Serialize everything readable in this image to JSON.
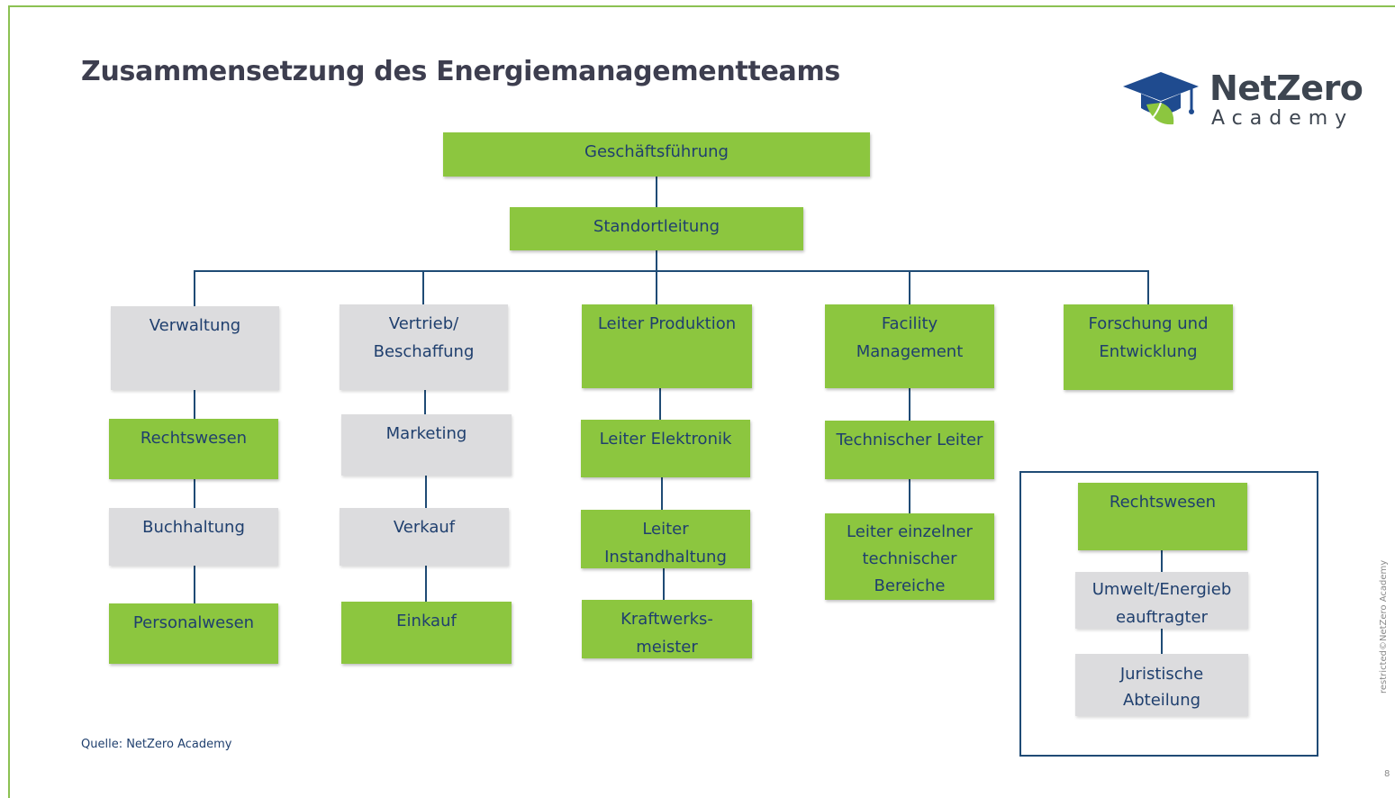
{
  "title": "Zusammensetzung des Energiemanagementteams",
  "logo": {
    "name": "NetZero",
    "sub": "Academy"
  },
  "colors": {
    "green": "#8cc63f",
    "grey": "#dcdcde",
    "text": "#1f3f6e",
    "line": "#1f4b75"
  },
  "top": {
    "gf": "Geschäftsführung",
    "sl": "Standortleitung"
  },
  "columns": [
    {
      "head": "Verwaltung",
      "items": [
        "Rechtswesen",
        "Buchhaltung",
        "Personalwesen"
      ]
    },
    {
      "head": "Vertrieb/\nBeschaffung",
      "items": [
        "Marketing",
        "Verkauf",
        "Einkauf"
      ]
    },
    {
      "head": "Leiter Produktion",
      "items": [
        "Leiter Elektronik",
        "Leiter\nInstandhaltung",
        "Kraftwerks-\nmeister"
      ]
    },
    {
      "head": "Facility\nManagement",
      "items": [
        "Technischer Leiter",
        "Leiter einzelner\ntechnischer\nBereiche"
      ]
    },
    {
      "head": "Forschung und\nEntwicklung",
      "items": []
    }
  ],
  "legend": {
    "items": [
      "Rechtswesen",
      "Umwelt/Energieb\neauftragter",
      "Juristische\nAbteilung"
    ]
  },
  "source": "Quelle: NetZero Academy",
  "vertical_note": "restricted©NetZero Academy",
  "page_number": "8"
}
